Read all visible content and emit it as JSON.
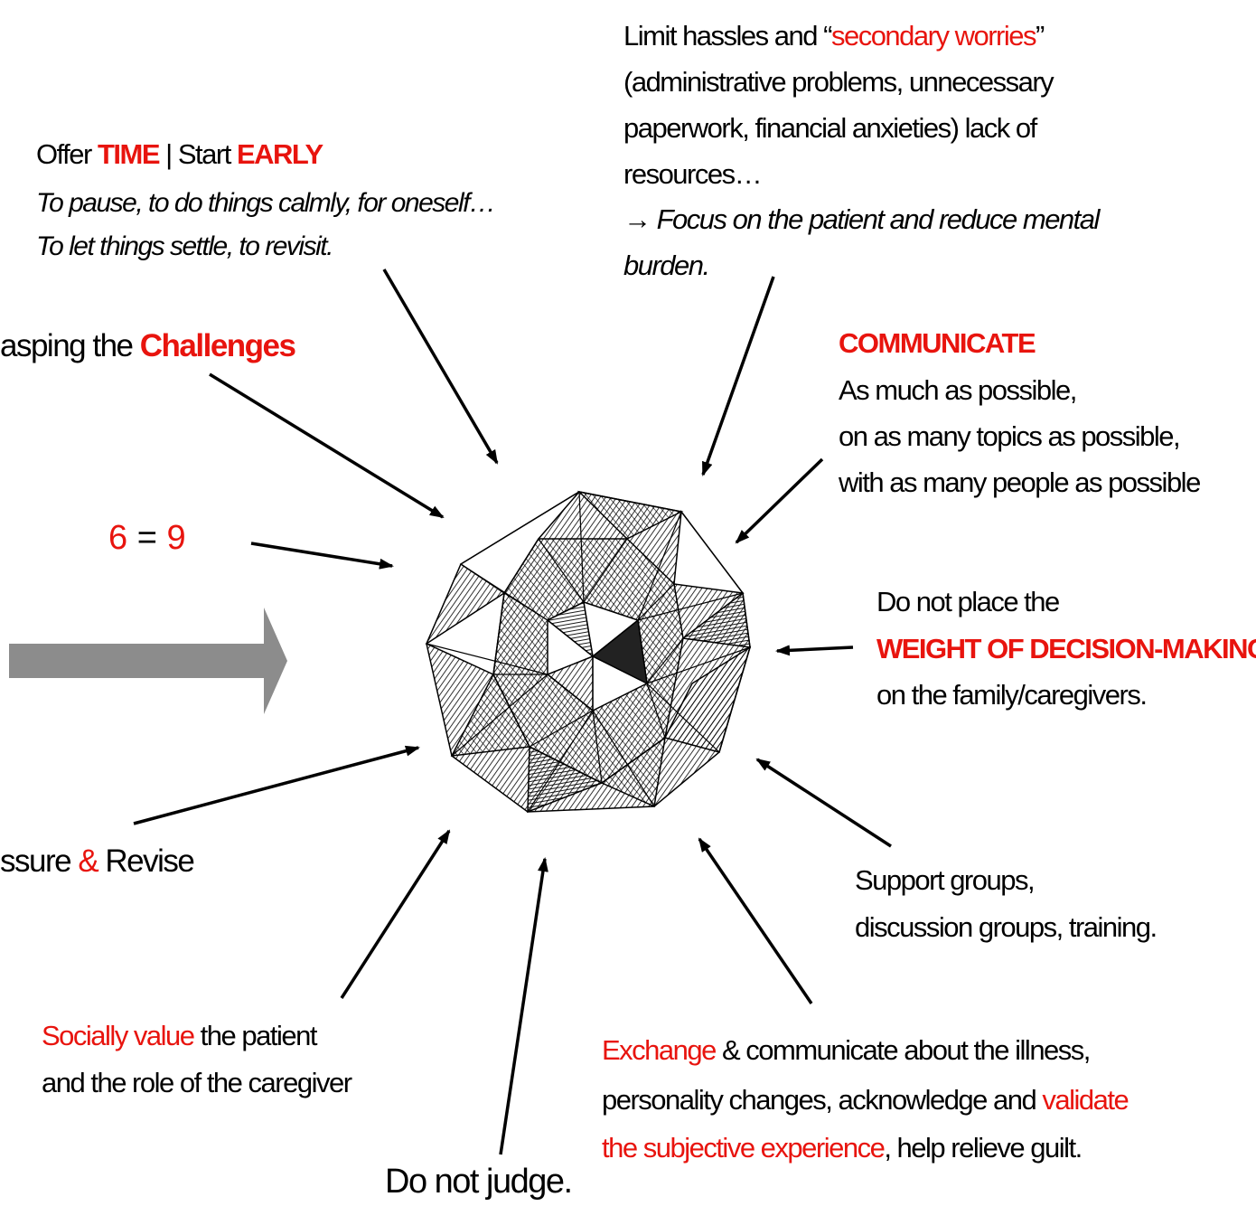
{
  "time_note": {
    "offer": "Offer",
    "time": "TIME",
    "sep": "|",
    "start": "Start",
    "early": "EARLY",
    "line2": "To pause, to do things calmly, for oneself…",
    "line3": "To let things settle, to revisit."
  },
  "hassles": {
    "line1_a": "Limit hassles and “",
    "line1_red": "secondary worries",
    "line1_b": "”",
    "line2": "(administrative problems, unnecessary",
    "line3": "paperwork, financial anxieties) lack of",
    "line4": "resources…",
    "line5": "→ Focus on the patient and reduce mental",
    "line6": "burden."
  },
  "challenges": {
    "prefix": "asping the ",
    "red": "Challenges"
  },
  "communicate": {
    "title": "COMMUNICATE",
    "line1": "As much as possible,",
    "line2": "on as many topics as possible,",
    "line3": "with as many people as possible"
  },
  "six_nine": {
    "six": "6",
    "eq": "=",
    "nine": "9"
  },
  "decision": {
    "line1": "Do not place the",
    "line2": "WEIGHT OF DECISION-MAKING",
    "line3": "on the family/caregivers."
  },
  "reassure": {
    "a": "ssure ",
    "amp": "&",
    "b": " Revise"
  },
  "support": {
    "line1": "Support groups,",
    "line2": "discussion groups, training."
  },
  "social": {
    "red": "Socially value",
    "rest": " the patient",
    "line2": "and the role of the caregiver"
  },
  "exchange": {
    "red1": "Exchange",
    "line1_rest": " & communicate about the illness,",
    "line2_a": "personality changes, acknowledge and ",
    "line2_red": "validate",
    "line3_red": "the subjective experience",
    "line3_rest": ", help relieve guilt."
  },
  "judge": {
    "text": "Do not judge."
  },
  "colors": {
    "accent": "#e8140e",
    "text": "#000000",
    "arrow_gray": "#8c8c8c"
  }
}
